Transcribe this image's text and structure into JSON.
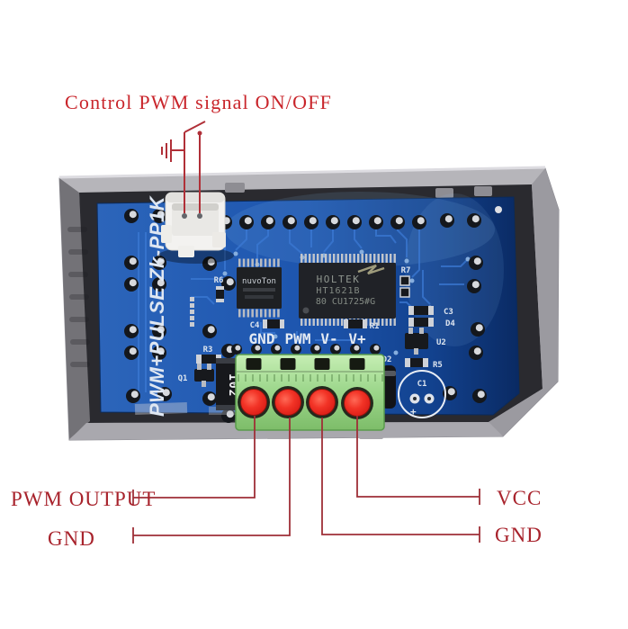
{
  "annotations": {
    "title": "Control PWM signal ON/OFF",
    "pwm_output": "PWM OUTPUT",
    "gnd_left": "GND",
    "vcc": "VCC",
    "gnd_right": "GND",
    "line_color": "#9e2f37",
    "title_color": "#c9252b"
  },
  "board": {
    "branding": "PWM+PULSE Zk-PP1K",
    "silk_terminals": [
      "GND",
      "PWM",
      "V-",
      "V+"
    ],
    "component_102": "102",
    "c1_plus": "+",
    "refs": {
      "r3": "R3",
      "q1": "Q1",
      "r6": "R6",
      "c4": "C4",
      "r1": "R1",
      "r7": "R7",
      "c3": "C3",
      "d4": "D4",
      "u2": "U2",
      "r5": "R5",
      "d2": "D2",
      "c1": "C1"
    },
    "chips": {
      "mcu": {
        "line1": "nuvoTon"
      },
      "driver": {
        "line1": "HOLTEK",
        "line2": "HT1621B",
        "line3": "80 CU1725#G"
      }
    },
    "colors": {
      "pcb_blue": "#1d55ae",
      "terminal_green": "#9fd88e",
      "screw_red": "#e3231e",
      "case_gray": "#a3a2a8",
      "silk_white": "#e4eaf2"
    }
  }
}
